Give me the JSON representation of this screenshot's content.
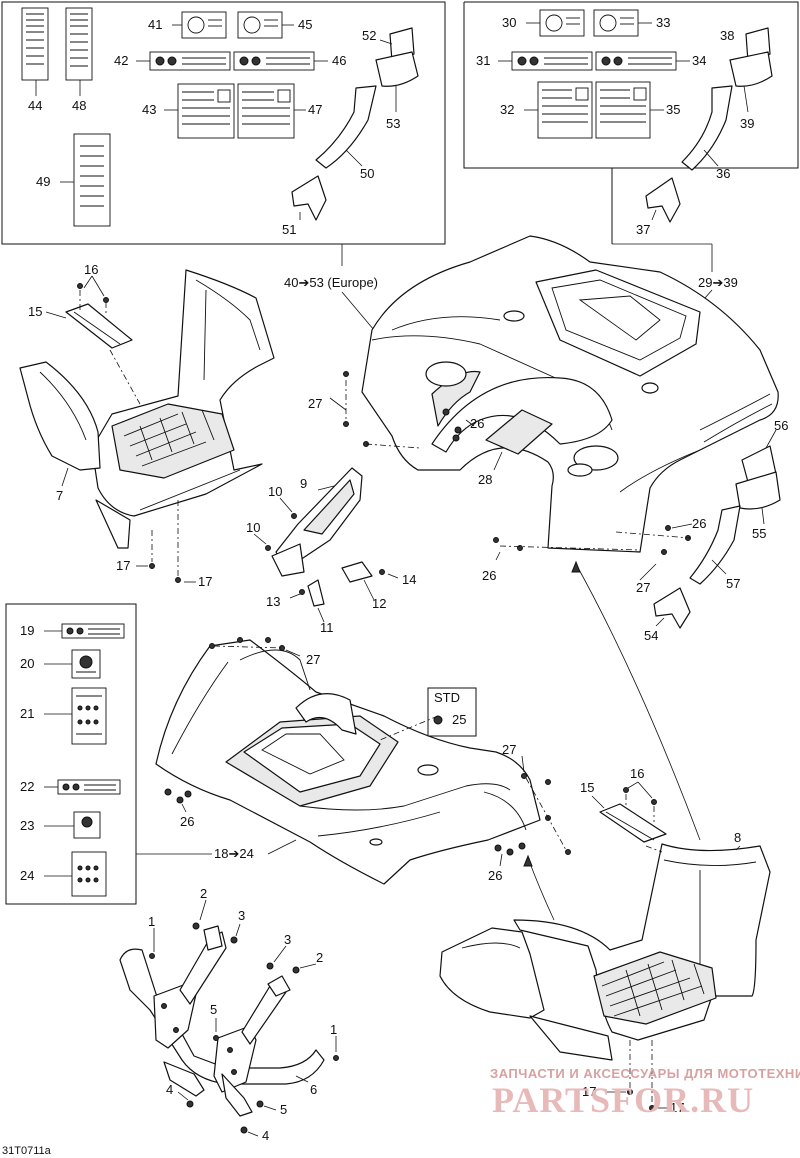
{
  "diagram": {
    "top_left_group": [
      "44",
      "48",
      "49",
      "41",
      "42",
      "43",
      "45",
      "46",
      "47",
      "52",
      "53",
      "50",
      "51"
    ],
    "top_right_group": [
      "30",
      "31",
      "32",
      "33",
      "34",
      "35",
      "38",
      "39",
      "36",
      "37"
    ],
    "callouts": {
      "c1": "1",
      "c2": "2",
      "c3": "3",
      "c4": "4",
      "c5": "5",
      "c6": "6",
      "c7": "7",
      "c8": "8",
      "c9": "9",
      "c10": "10",
      "c11": "11",
      "c12": "12",
      "c13": "13",
      "c14": "14",
      "c15": "15",
      "c16": "16",
      "c17": "17",
      "c19": "19",
      "c20": "20",
      "c21": "21",
      "c22": "22",
      "c23": "23",
      "c24": "24",
      "c25": "25",
      "c26": "26",
      "c27": "27",
      "c28": "28",
      "c29": "29",
      "c30": "30",
      "c31": "31",
      "c32": "32",
      "c33": "33",
      "c34": "34",
      "c35": "35",
      "c36": "36",
      "c37": "37",
      "c38": "38",
      "c39": "39",
      "c41": "41",
      "c42": "42",
      "c43": "43",
      "c44": "44",
      "c45": "45",
      "c46": "46",
      "c47": "47",
      "c48": "48",
      "c49": "49",
      "c50": "50",
      "c51": "51",
      "c52": "52",
      "c53": "53",
      "c54": "54",
      "c55": "55",
      "c56": "56",
      "c57": "57"
    },
    "range_europe": "40➔53 (Europe)",
    "range_29_39": "29➔39",
    "range_18_24": "18➔24",
    "std_label": "STD",
    "figure_code": "31T0711a"
  },
  "watermark": {
    "line1": "ЗАПЧАСТИ И АКСЕССУАРЫ ДЛЯ МОТОТЕХНИКИ",
    "line2": "PARTSFOR.RU"
  }
}
